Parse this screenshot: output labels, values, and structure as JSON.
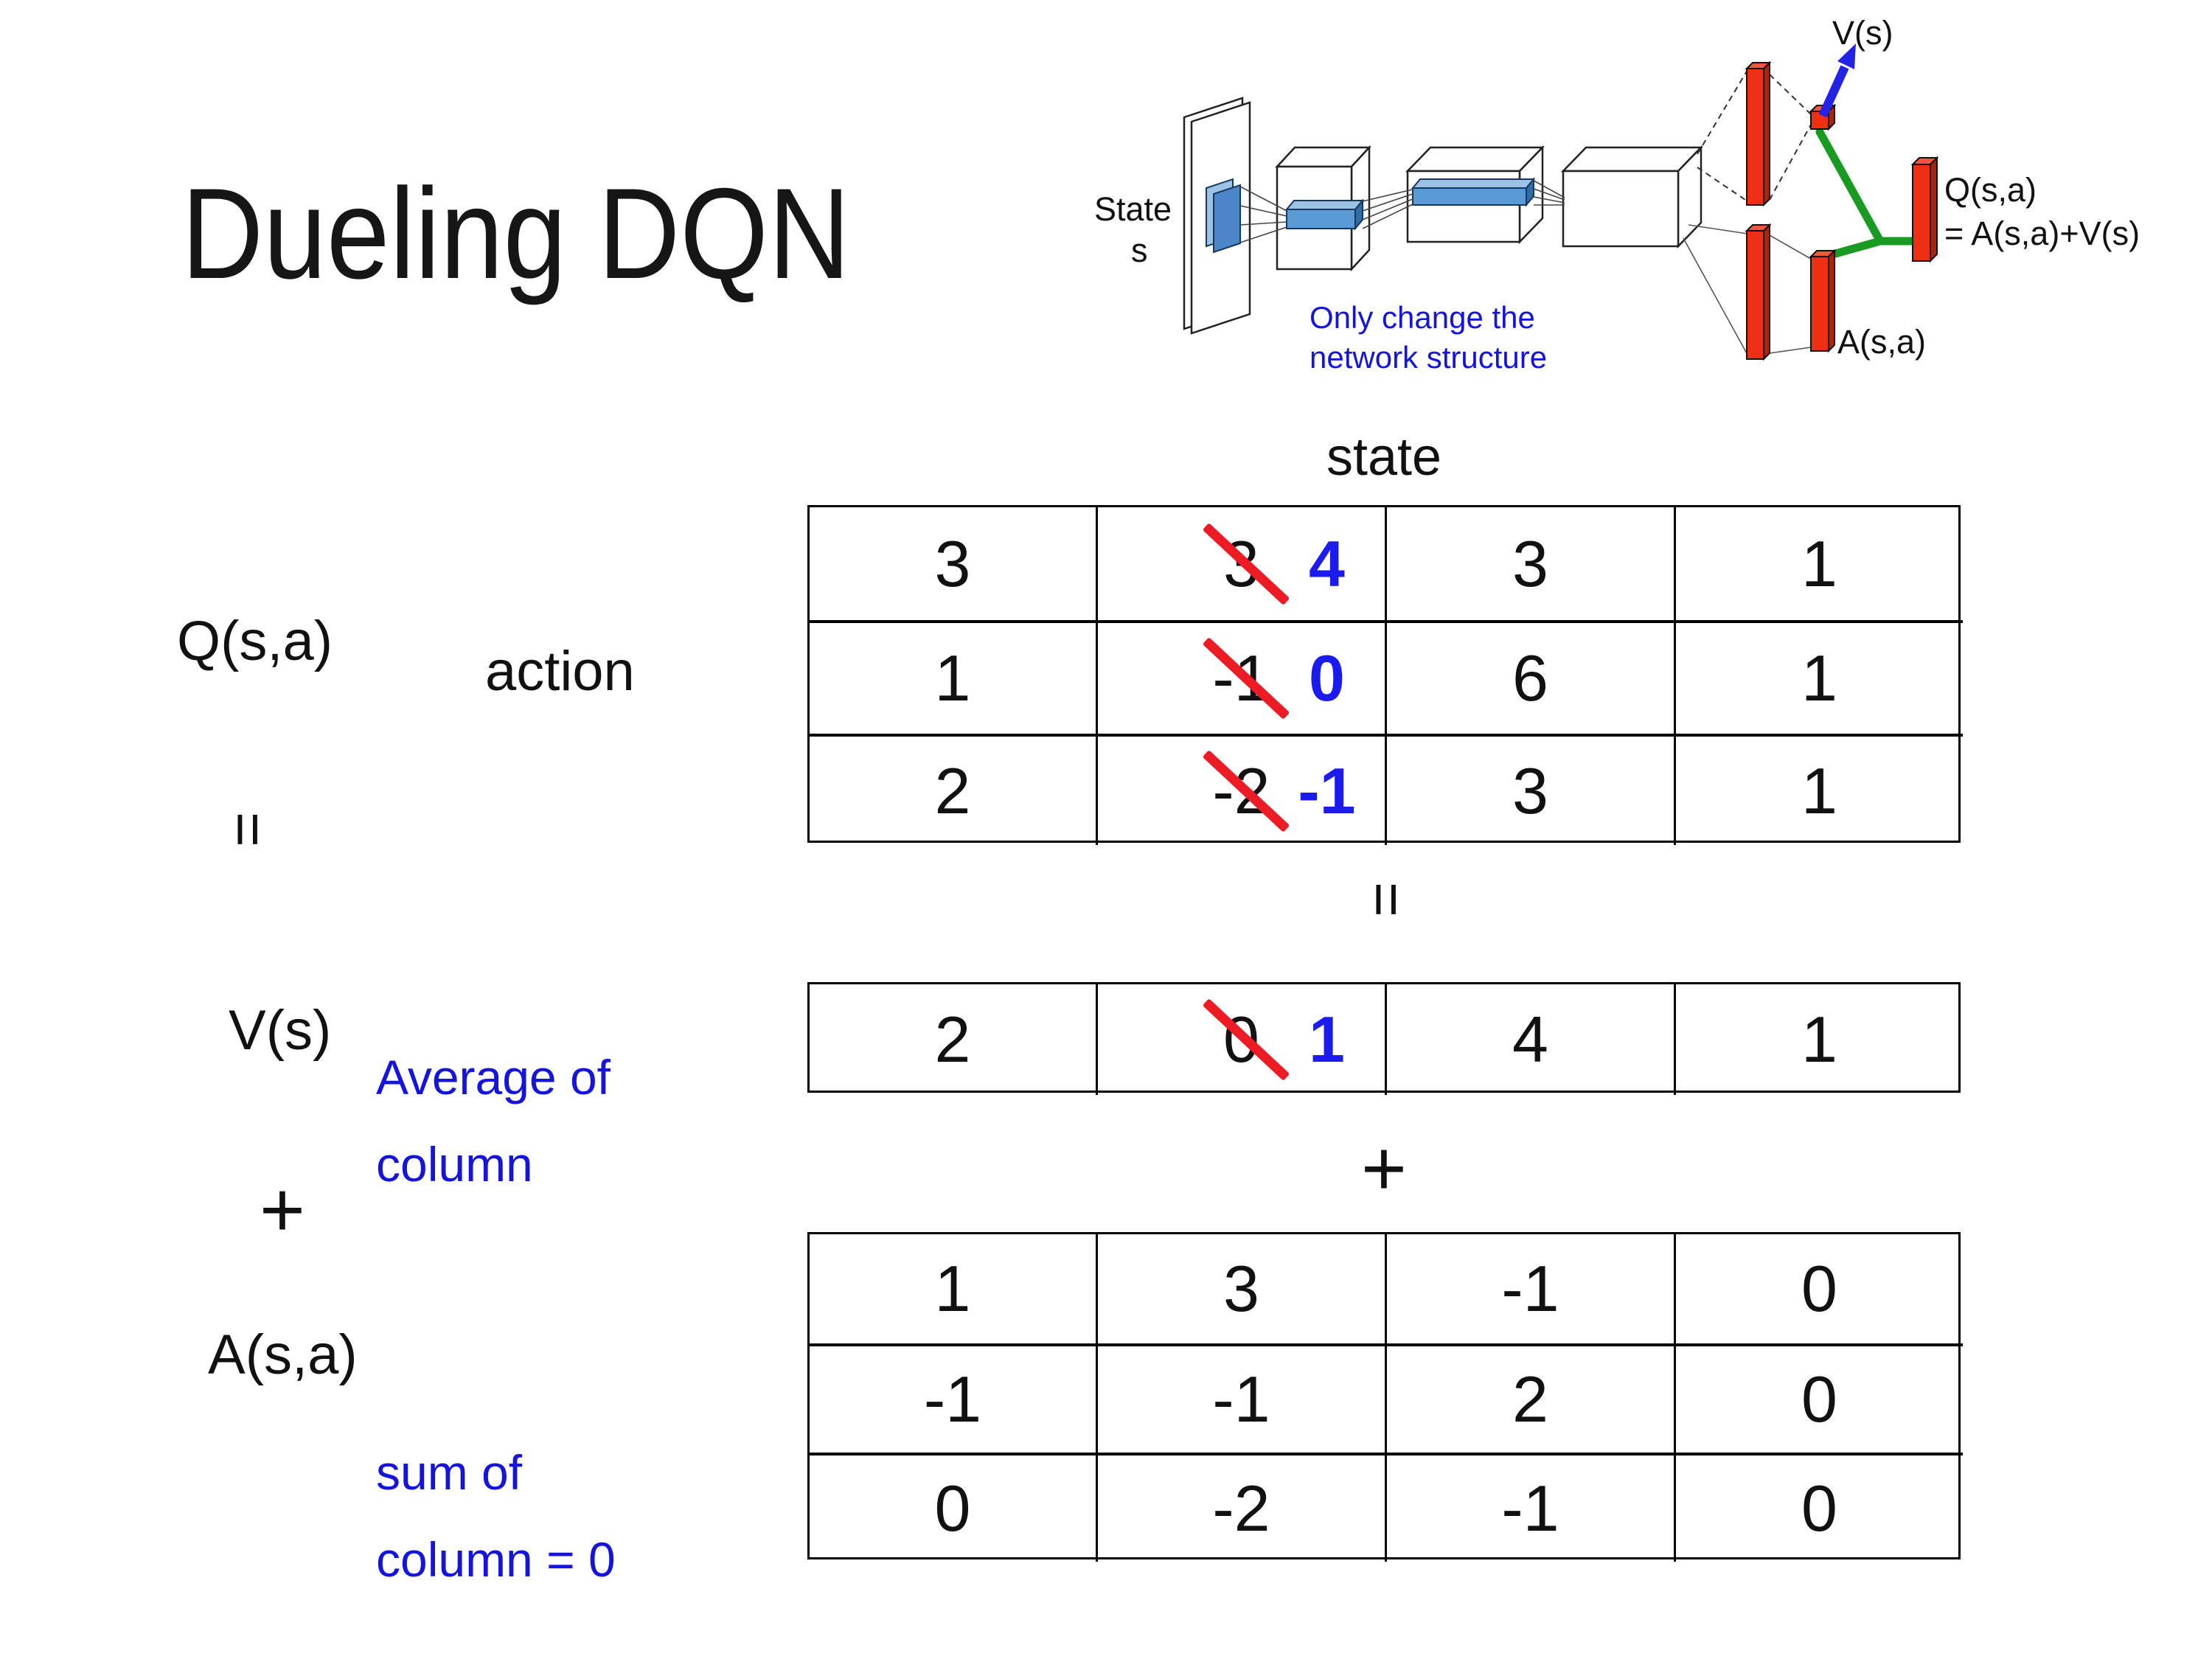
{
  "slide": {
    "title": "Dueling DQN",
    "background": "#ffffff"
  },
  "diagram": {
    "input_label_line1": "State",
    "input_label_line2": "s",
    "note_line1": "Only change the",
    "note_line2": "network structure",
    "v_output_label": "V(s)",
    "a_output_label": "A(s,a)",
    "q_output_label": "Q(s,a)",
    "q_output_formula": "= A(s,a)+V(s)",
    "colors": {
      "layer_blue": "#4a86c8",
      "slab_blue": "#5b9bd5",
      "bar_red": "#ee2f14",
      "bar_red_dark": "#a92408",
      "stream_green": "#189b20",
      "arrow_blue": "#2323e8",
      "note_blue": "#1414dd"
    }
  },
  "equation": {
    "q_label": "Q(s,a)",
    "action_label": "action",
    "state_label": "state",
    "equals_left": "=",
    "equals_center": "=",
    "plus_left": "+",
    "plus_center": "+",
    "v_label": "V(s)",
    "a_label": "A(s,a)",
    "avg_note_line1": "Average of",
    "avg_note_line2": "column",
    "sum_note_line1": "sum of",
    "sum_note_line2": "column = 0",
    "new_value_blue": "#1b1bef",
    "strike_red": "#ed1c24",
    "q_table": {
      "rows": [
        [
          "3",
          {
            "old": "3",
            "new": "4"
          },
          "3",
          "1"
        ],
        [
          "1",
          {
            "old": "-1",
            "new": "0"
          },
          "6",
          "1"
        ],
        [
          "2",
          {
            "old": "-2",
            "new": "-1"
          },
          "3",
          "1"
        ]
      ]
    },
    "v_table": {
      "rows": [
        [
          "2",
          {
            "old": "0",
            "new": "1"
          },
          "4",
          "1"
        ]
      ]
    },
    "a_table": {
      "rows": [
        [
          "1",
          "3",
          "-1",
          "0"
        ],
        [
          "-1",
          "-1",
          "2",
          "0"
        ],
        [
          "0",
          "-2",
          "-1",
          "0"
        ]
      ]
    }
  }
}
